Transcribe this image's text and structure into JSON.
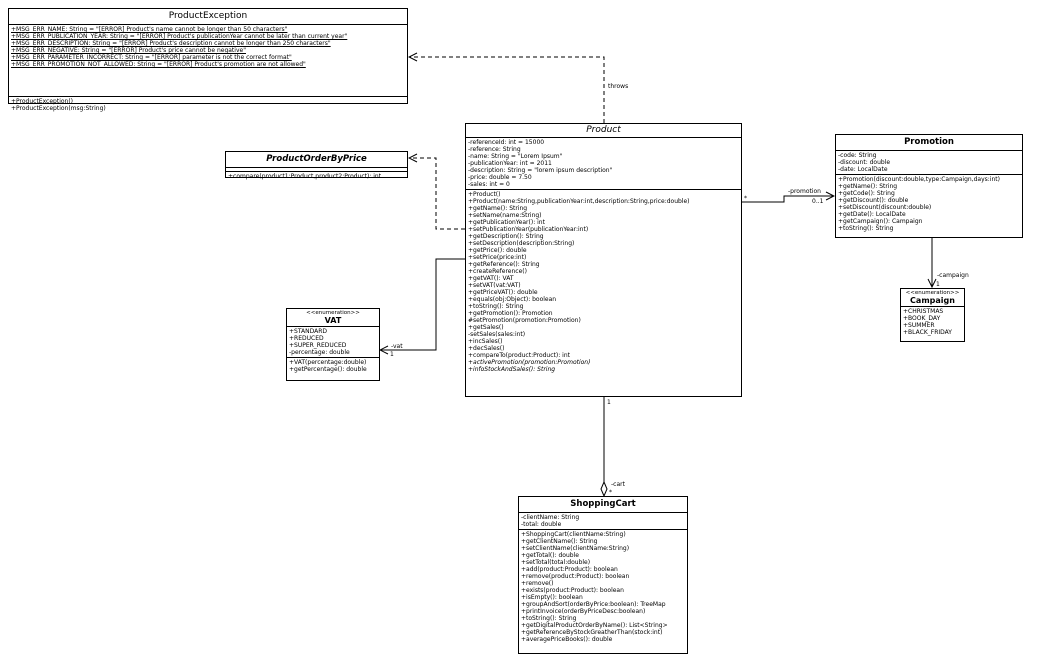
{
  "classes": {
    "product_exception": {
      "name": "ProductException",
      "attributes": [
        "+MSG_ERR_NAME: String = \"[ERROR] Product's name cannot be longer than 50 characters\"",
        "+MSG_ERR_PUBLICATION_YEAR: String = \"[ERROR] Product's publicationYear cannot be later than current year\"",
        "+MSG_ERR_DESCRIPTION: String = \"[ERROR] Product's description cannot be longer than 250 characters\"",
        "+MSG_ERR_NEGATIVE: String = \"[ERROR] Product's price cannot be negative\"",
        "+MSG_ERR_PARAMETER_INCORRECT: String = \"[ERROR] parameter is not the correct format\"",
        "+MSG_ERR_PROMOTION_NOT_ALLOWED: String = \"[ERROR] Product's promotion are not allowed\""
      ],
      "methods": [
        "+ProductException()",
        "+ProductException(msg:String)"
      ]
    },
    "product_order_by_price": {
      "name": "ProductOrderByPrice",
      "attributes": [],
      "methods": [
        "+compare(product1:Product,product2:Product): int"
      ]
    },
    "product": {
      "name": "Product",
      "attributes": [
        "-referenceId: int = 15000",
        "-reference: String",
        "-name: String = \"Lorem Ipsum\"",
        "-publicationYear: int = 2011",
        "-description: String = \"lorem ipsum description\"",
        "-price: double = 7.50",
        "-sales: int = 0"
      ],
      "methods": [
        "+Product()",
        "+Product(name:String,publicationYear:int,description:String,price:double)",
        "+getName(): String",
        "+setName(name:String)",
        "+getPublicationYear(): int",
        "+setPublicationYear(publicationYear:int)",
        "+getDescription(): String",
        "+setDescription(description:String)",
        "+getPrice(): double",
        "+setPrice(price:int)",
        "+getReference(): String",
        "+createReference()",
        "+getVAT(): VAT",
        "+setVAT(vat:VAT)",
        "+getPriceVAT(): double",
        "+equals(obj:Object): boolean",
        "+toString(): String",
        "+getPromotion(): Promotion",
        "#setPromotion(promotion:Promotion)",
        "+getSales()",
        "-setSales(sales:int)",
        "+incSales()",
        "+decSales()",
        "+compareTo(product:Product): int",
        "+activePromotion(promotion:Promotion)",
        "+infoStockAndSales(): String"
      ]
    },
    "promotion": {
      "name": "Promotion",
      "attributes": [
        "-code: String",
        "-discount: double",
        "-date: LocalDate"
      ],
      "methods": [
        "+Promotion(discount:double,type:Campaign,days:int)",
        "+getName(): String",
        "+getCode(): String",
        "+getDiscount(): double",
        "+setDiscount(discount:double)",
        "+getDate(): LocalDate",
        "+getCampaign(): Campaign",
        "+toString(): String"
      ]
    },
    "campaign": {
      "stereotype": "<<enumeration>>",
      "name": "Campaign",
      "attributes": [
        "+CHRISTMAS",
        "+BOOK_DAY",
        "+SUMMER",
        "+BLACK_FRIDAY"
      ]
    },
    "vat": {
      "stereotype": "<<enumeration>>",
      "name": "VAT",
      "attributes": [
        "+STANDARD",
        "+REDUCED",
        "+SUPER_REDUCED",
        "-percentage: double"
      ],
      "methods": [
        "+VAT(percentage:double)",
        "+getPercentage(): double"
      ]
    },
    "shopping_cart": {
      "name": "ShoppingCart",
      "attributes": [
        "-clientName: String",
        "-total: double"
      ],
      "methods": [
        "+ShoppingCart(clientName:String)",
        "+getClientName(): String",
        "+setClientName(clientName:String)",
        "+getTotal(): double",
        "+setTotal(total:double)",
        "+add(product:Product): boolean",
        "+remove(product:Product): boolean",
        "+remove()",
        "+exists(product:Product): boolean",
        "+isEmpty(): boolean",
        "+groupAndSort(orderByPrice:boolean): TreeMap",
        "+printInvoice(orderByPriceDesc:boolean)",
        "+toString(): String",
        "+getDigitalProductOrderByName(): List<String>",
        "+getReferenceByStockGreatherThan(stock:int)",
        "+averagePriceBooks(): double"
      ]
    }
  },
  "relations": {
    "throws": {
      "label": "throws"
    },
    "promotion": {
      "role": "-promotion",
      "mult_source": "*",
      "mult_target": "0..1"
    },
    "campaign": {
      "role": "-campaign",
      "mult_target": "1"
    },
    "vat": {
      "role": "-vat",
      "mult_target": "1"
    },
    "cart": {
      "role": "-cart",
      "mult_source": "1",
      "mult_target": "*"
    }
  }
}
